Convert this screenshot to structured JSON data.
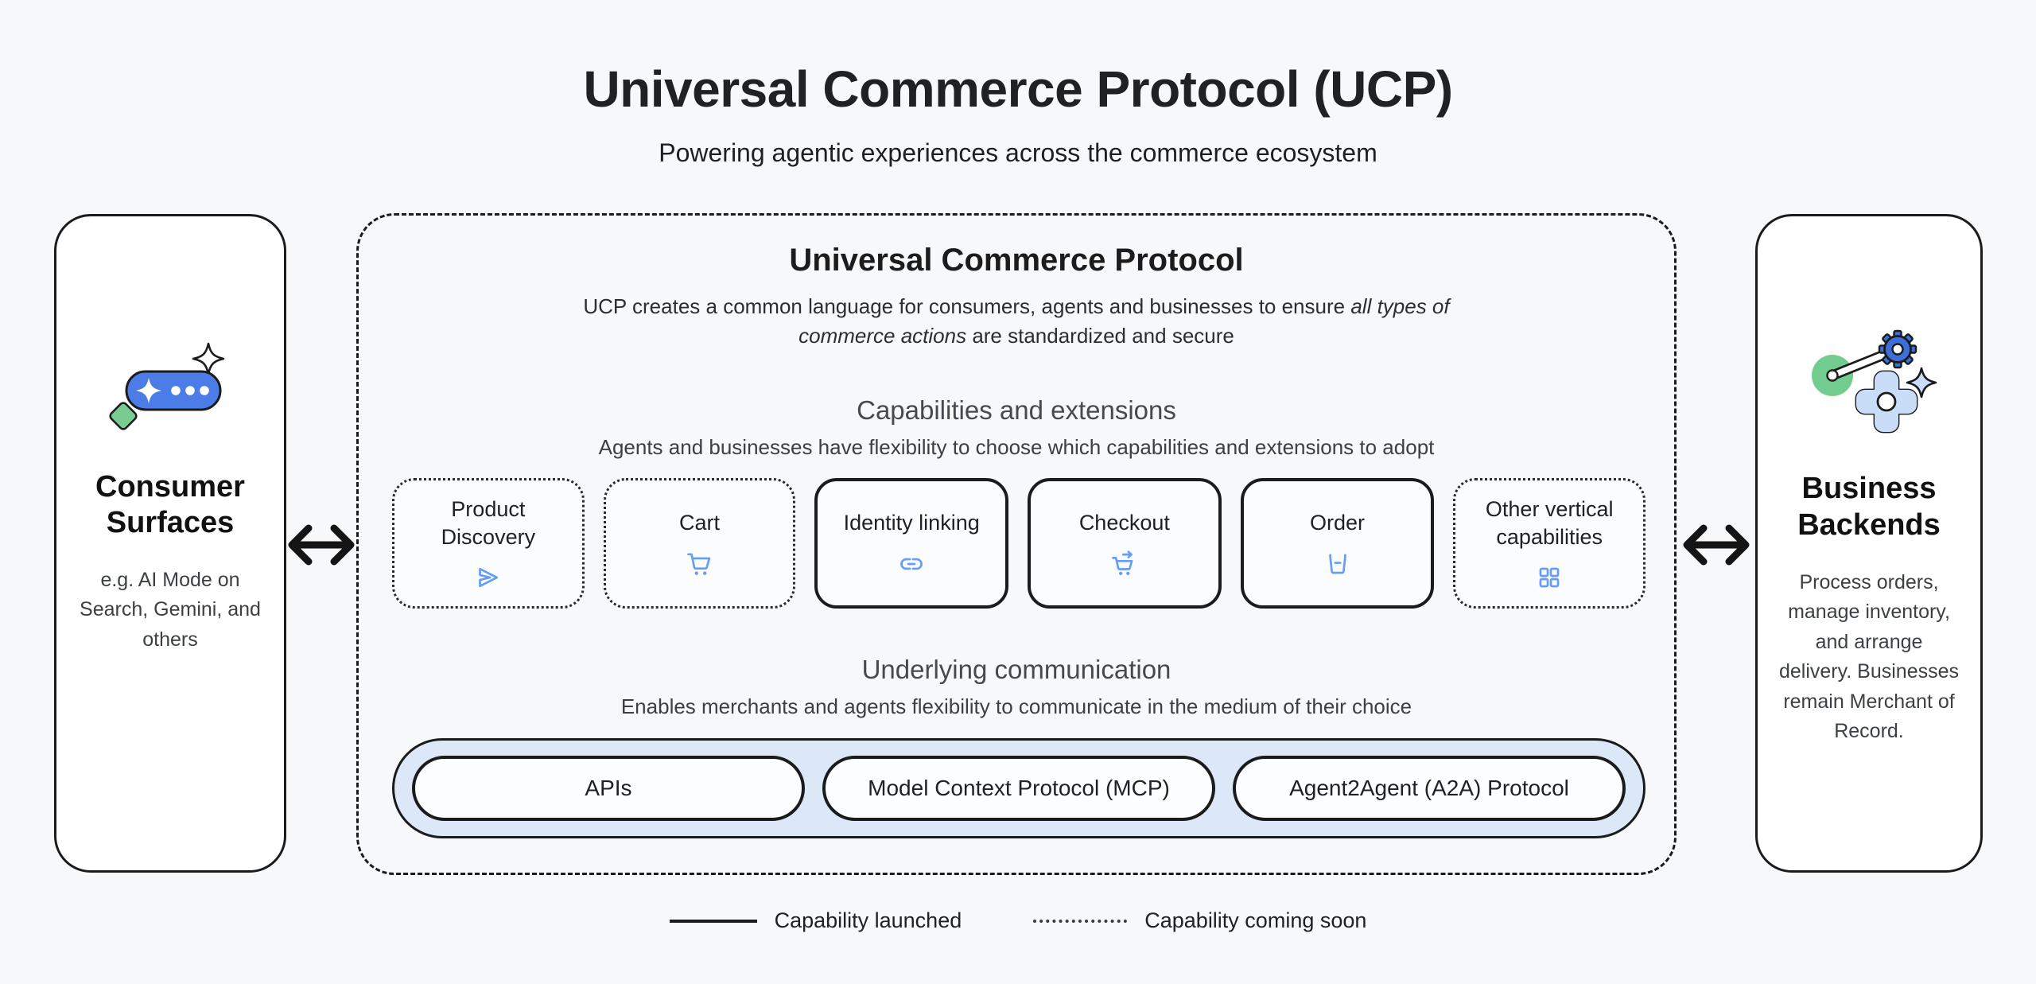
{
  "page": {
    "title": "Universal Commerce Protocol (UCP)",
    "subtitle": "Powering agentic experiences across the commerce ecosystem"
  },
  "consumer_card": {
    "title": "Consumer Surfaces",
    "description": "e.g. AI Mode on Search, Gemini, and others",
    "icon": "chat-sparkle-icon"
  },
  "business_card": {
    "title": "Business Backends",
    "description": "Process orders, manage inventory, and arrange delivery. Businesses remain Merchant of Record.",
    "icon": "gears-icon"
  },
  "ucp_panel": {
    "title": "Universal Commerce Protocol",
    "description_prefix": "UCP creates a common language for consumers, agents and businesses to ensure ",
    "description_italic": "all types of commerce actions",
    "description_suffix": " are standardized and secure",
    "capabilities_section": {
      "heading": "Capabilities and extensions",
      "subheading": "Agents and businesses have flexibility to choose which capabilities and extensions to adopt",
      "items": [
        {
          "label": "Product Discovery",
          "icon": "send-icon",
          "status": "coming-soon"
        },
        {
          "label": "Cart",
          "icon": "cart-icon",
          "status": "coming-soon"
        },
        {
          "label": "Identity linking",
          "icon": "link-icon",
          "status": "launched"
        },
        {
          "label": "Checkout",
          "icon": "cart-checkout-icon",
          "status": "launched"
        },
        {
          "label": "Order",
          "icon": "order-box-icon",
          "status": "launched"
        },
        {
          "label": "Other vertical capabilities",
          "icon": "grid-icon",
          "status": "coming-soon"
        }
      ]
    },
    "communication_section": {
      "heading": "Underlying communication",
      "subheading": "Enables merchants and agents flexibility to communicate in the medium of their choice",
      "items": [
        {
          "label": "APIs"
        },
        {
          "label": "Model Context Protocol (MCP)"
        },
        {
          "label": "Agent2Agent (A2A) Protocol"
        }
      ]
    }
  },
  "legend": {
    "launched_label": "Capability launched",
    "coming_soon_label": "Capability coming soon"
  },
  "colors": {
    "background": "#F7F8FA",
    "ink": "#1B1B1B",
    "icon_blue": "#669DF6",
    "pill_blue": "#4B7CE8",
    "band_blue": "#DCE8F7",
    "green": "#78CC90"
  }
}
